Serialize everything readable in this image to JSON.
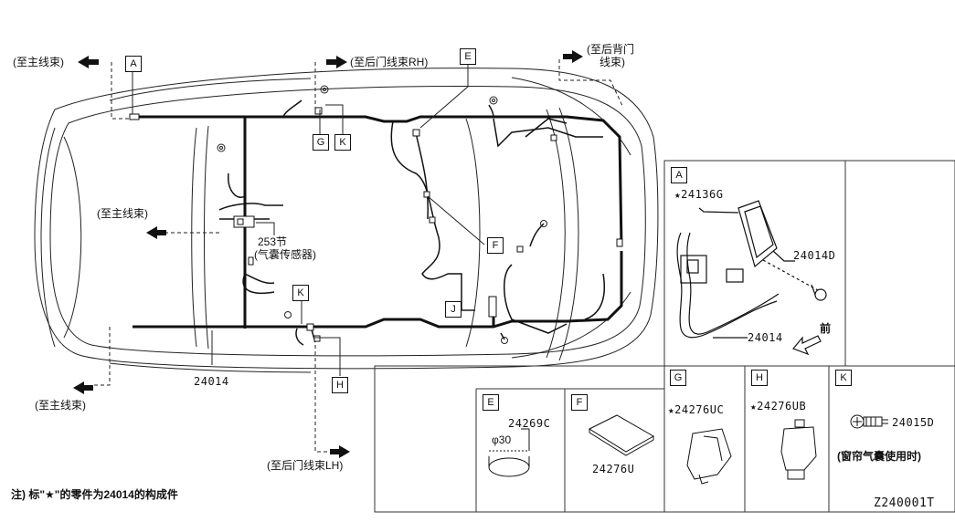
{
  "diagram": {
    "labels": {
      "to_main_harness_top": "(至主线束)",
      "to_rear_door_rh": "(至后门线束RH)",
      "to_back_door_line1": "(至后背门",
      "to_back_door_line2": "线束)",
      "to_main_harness_mid": "(至主线束)",
      "section_253_line1": "253节",
      "section_253_line2": "(气囊传感器)",
      "to_main_harness_bottom": "(至主线束)",
      "to_rear_door_lh": "(至后门线束LH)",
      "main_part_number": "24014"
    },
    "callouts": {
      "A": "A",
      "E": "E",
      "G": "G",
      "K": "K",
      "K2": "K",
      "F": "F",
      "J": "J",
      "H": "H"
    },
    "detail_panels": {
      "A": {
        "letter": "A",
        "star_part": "24136G",
        "bolt_part": "24014D",
        "harness_part": "24014",
        "front_label": "前"
      },
      "E": {
        "letter": "E",
        "part": "24269C",
        "dimension": "φ30"
      },
      "F": {
        "letter": "F",
        "part": "24276U"
      },
      "G": {
        "letter": "G",
        "part": "24276UC"
      },
      "H": {
        "letter": "H",
        "part": "24276UB"
      },
      "K": {
        "letter": "K",
        "part": "24015D",
        "note": "(窗帘气囊使用时)"
      }
    },
    "footnote": "注) 标\"★\"的零件为24014的构成件",
    "diagram_code": "Z240001T",
    "star_symbol": "★"
  }
}
